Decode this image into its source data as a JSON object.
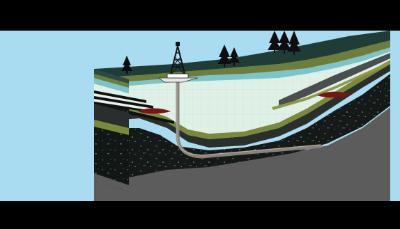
{
  "video": {
    "letterbox_color": "#000000",
    "sky_color": "#a9dcf0"
  },
  "diagram": {
    "subject": "horizontal-drilling-cross-section",
    "elements": [
      "drilling-rig",
      "trees",
      "ground-surface",
      "aquifer-layer",
      "sandstone-layers",
      "shale-layer",
      "oil-gas-pockets",
      "horizontal-wellbore",
      "bedrock-layer"
    ],
    "colors": {
      "surface": "#1f3d36",
      "aquifer": "#7cc4cc",
      "pale_layer": "#dff0e6",
      "olive_layer": "#7a8a3a",
      "dark_band": "#2a2f2e",
      "shale": "#151a19",
      "bedrock": "#5c5c5c",
      "oil_pocket": "#7a1414",
      "wellbore": "#8a8278"
    }
  }
}
